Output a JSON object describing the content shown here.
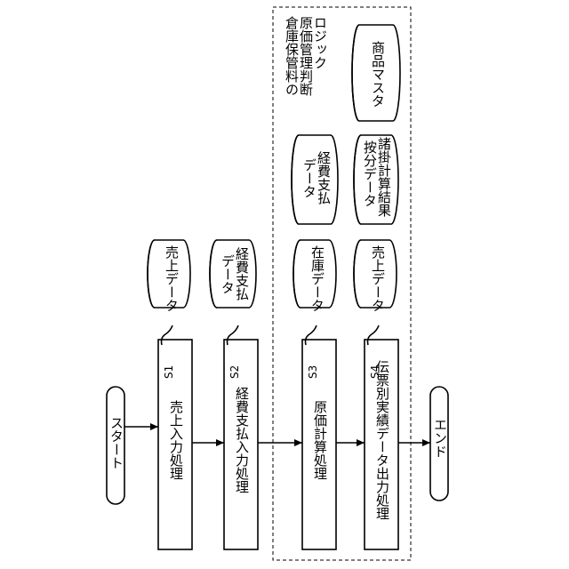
{
  "start": "スタート",
  "end": "エンド",
  "processes": [
    {
      "step": "S1",
      "label": "売上入力処理"
    },
    {
      "step": "S2",
      "label": "経費支払入力処理"
    },
    {
      "step": "S3",
      "label": "原価計算処理"
    },
    {
      "step": "S4",
      "label": "伝票別実績データ出力処理"
    }
  ],
  "databases": {
    "sales_data": "売上データ",
    "expense_payment_data_l1": "経費支払",
    "expense_payment_data_l2": "データ",
    "inventory_data": "在庫データ",
    "sales_data_2": "売上データ",
    "expense_data_l1": "経費支払",
    "expense_data_l2": "データ",
    "calc_result_l1": "諸掛計算結果",
    "calc_result_l2": "按分データ",
    "product_master": "商品マスタ"
  },
  "logic_title_l1": "倉庫保管料の",
  "logic_title_l2": "原価管理判断",
  "logic_title_l3": "ロジック"
}
